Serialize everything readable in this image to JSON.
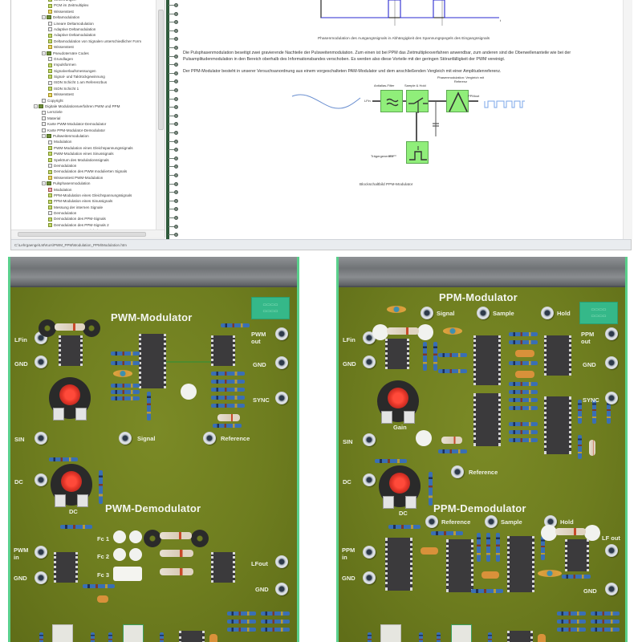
{
  "app": {
    "tree": {
      "items": [
        {
          "level": 2,
          "icon": "sim-icon",
          "label": "Verzerrungen"
        },
        {
          "level": 2,
          "icon": "sim-icon",
          "label": "PCM im Zeitmultiplex"
        },
        {
          "level": 2,
          "icon": "quiz-icon",
          "label": "Wissenstest"
        },
        {
          "level": 1,
          "icon": "book-icon",
          "expanded": true,
          "label": "Deltamodulation"
        },
        {
          "level": 2,
          "icon": "page-icon",
          "label": "Lineare Deltamodulation"
        },
        {
          "level": 2,
          "icon": "page-icon",
          "label": "Adaptive Deltamodulation"
        },
        {
          "level": 2,
          "icon": "sim-icon",
          "label": "Adaptive Deltamodulation"
        },
        {
          "level": 2,
          "icon": "sim-icon",
          "label": "Deltamodulation von Signalen unterschiedlicher Form"
        },
        {
          "level": 2,
          "icon": "quiz-icon",
          "label": "Wissenstest"
        },
        {
          "level": 1,
          "icon": "book-icon",
          "expanded": true,
          "label": "Pseudoternäre Codes"
        },
        {
          "level": 2,
          "icon": "page-icon",
          "label": "Grundlagen"
        },
        {
          "level": 2,
          "icon": "sim-icon",
          "label": "Impulsformen"
        },
        {
          "level": 2,
          "icon": "sim-icon",
          "label": "Signalverlaufsmessungen"
        },
        {
          "level": 2,
          "icon": "sim-icon",
          "label": "Signal- und Taktrückgewinnung"
        },
        {
          "level": 2,
          "icon": "page-icon",
          "label": "ISDN Schicht 1 am Referenzbus"
        },
        {
          "level": 2,
          "icon": "sim-icon",
          "label": "ISDN Schicht 1"
        },
        {
          "level": 2,
          "icon": "quiz-icon",
          "label": "Wissenstest"
        },
        {
          "level": 1,
          "icon": "page-icon",
          "label": "Copyright"
        },
        {
          "level": 0,
          "icon": "book-icon",
          "expanded": true,
          "label": "Digitale Modulationsverfahren PWM und PPM"
        },
        {
          "level": 1,
          "icon": "page-icon",
          "label": "Lernziele"
        },
        {
          "level": 1,
          "icon": "page-icon",
          "label": "Material"
        },
        {
          "level": 1,
          "icon": "page-icon",
          "label": "Karte PWM-Modulator-Demodulator"
        },
        {
          "level": 1,
          "icon": "page-icon",
          "label": "Karte PPM-Modulator-Demodulator"
        },
        {
          "level": 1,
          "icon": "book-icon",
          "expanded": true,
          "label": "Pulsweitenmodulation"
        },
        {
          "level": 2,
          "icon": "page-icon",
          "label": "Modulation"
        },
        {
          "level": 2,
          "icon": "sim-icon",
          "label": "PWM-Modulation eines Gleichspannungssignals"
        },
        {
          "level": 2,
          "icon": "sim-icon",
          "label": "PWM-Modulation eines Sinussignals"
        },
        {
          "level": 2,
          "icon": "sim-icon",
          "label": "Spektrum des Modulationssignals"
        },
        {
          "level": 2,
          "icon": "page-icon",
          "label": "Demodulation"
        },
        {
          "level": 2,
          "icon": "sim-icon",
          "label": "Demodulation des PWM modulierten Signals"
        },
        {
          "level": 2,
          "icon": "quiz-icon",
          "label": "Wissenstest PWM-Modulation"
        },
        {
          "level": 1,
          "icon": "book-icon",
          "expanded": true,
          "label": "Pulsphasenmodulation"
        },
        {
          "level": 2,
          "icon": "page-red-icon",
          "label": "Modulation"
        },
        {
          "level": 2,
          "icon": "sim-icon",
          "label": "PPM-Modulation eines Gleichspannungssignals"
        },
        {
          "level": 2,
          "icon": "sim-icon",
          "label": "PPM-Modulation eines Sinussignals"
        },
        {
          "level": 2,
          "icon": "sim-icon",
          "label": "Messung der internen Signale"
        },
        {
          "level": 2,
          "icon": "page-icon",
          "label": "Demodulation"
        },
        {
          "level": 2,
          "icon": "sim-icon",
          "label": "Demodulation des PPM-Signals"
        },
        {
          "level": 2,
          "icon": "sim-icon",
          "label": "Demodulation des PPM-Signals 2"
        },
        {
          "level": 2,
          "icon": "quiz-icon",
          "label": "Wissenstest PPM-Modulation"
        },
        {
          "level": 1,
          "icon": "page-icon",
          "label": "Copyright"
        }
      ]
    },
    "status_bar": "C:\\Lehrgaenge\\LM\\Kurs\\PWM_PPM\\Modulation_PPM\\Modulation.htm",
    "document": {
      "figure_caption": "Phasenmodulation des Ausgangssignals in Abhängigkeit des Spannungspegels des Eingangssignals",
      "plot_axis_label": "t",
      "paragraph_1": "Die Pulsphasenmodulation beseitigt zwei gravierende Nachteile der Pulsweitenmodulation. Zum einen ist bei PPM das Zeitmultiplexverfahren anwendbar, zum anderen sind die Oberwellenanteile wie bei der Pulsamplitudenmodulation in den Bereich oberhalb des Informationsbandes verschoben. Es werden also diese Vorteile mit der geringen Störanfälligkeit der PWM vereinigt.",
      "paragraph_2": "Der PPM-Modulator besteht in unserer Versuchsanordnung aus einem vorgeschalteten PAM-Modulator und dem anschließenden Vergleich mit einer Amplitudenreferenz.",
      "diagram": {
        "input_label": "LFin",
        "output_label": "PPMout",
        "blocks": {
          "filter": "Antialias-Filter",
          "sample_hold": "Sample & Hold",
          "comparator": "Phasenmodulation: Vergleich mit Referenz",
          "carrier": "Trägergenerator"
        },
        "caption": "Blockschaltbild PPM-Modulator"
      }
    }
  },
  "boards": {
    "pwm": {
      "title_modulator": "PWM-Modulator",
      "title_demodulator": "PWM-Demodulator",
      "labels": {
        "lf_in": "LFin",
        "gnd_top": "GND",
        "pwm_out_1": "PWM",
        "pwm_out_2": "out",
        "gnd_right": "GND",
        "sync": "SYNC",
        "sin": "SIN",
        "signal": "Signal",
        "reference": "Reference",
        "dc_jack": "DC",
        "dc_pot": "DC",
        "fc1": "Fc 1",
        "fc2": "Fc 2",
        "fc3": "Fc 3",
        "pwm_in_1": "PWM",
        "pwm_in_2": "in",
        "gnd_demod": "GND",
        "lf_out": "LFout",
        "gnd_out": "GND"
      }
    },
    "ppm": {
      "title_modulator": "PPM-Modulator",
      "title_demodulator": "PPM-Demodulator",
      "labels": {
        "signal": "Signal",
        "sample": "Sample",
        "hold": "Hold",
        "lf_in": "LFin",
        "gnd_top": "GND",
        "ppm_out_1": "PPM",
        "ppm_out_2": "out",
        "gnd_right": "GND",
        "sync": "SYNC",
        "sin": "SIN",
        "gain": "Gain",
        "reference": "Reference",
        "dc_jack": "DC",
        "dc_pot": "DC",
        "demod_reference": "Reference",
        "demod_sample": "Sample",
        "demod_hold": "Hold",
        "ppm_in_1": "PPM",
        "ppm_in_2": "in",
        "gnd_demod": "GND",
        "lf_out": "LF out",
        "gnd_out": "GND"
      }
    }
  }
}
